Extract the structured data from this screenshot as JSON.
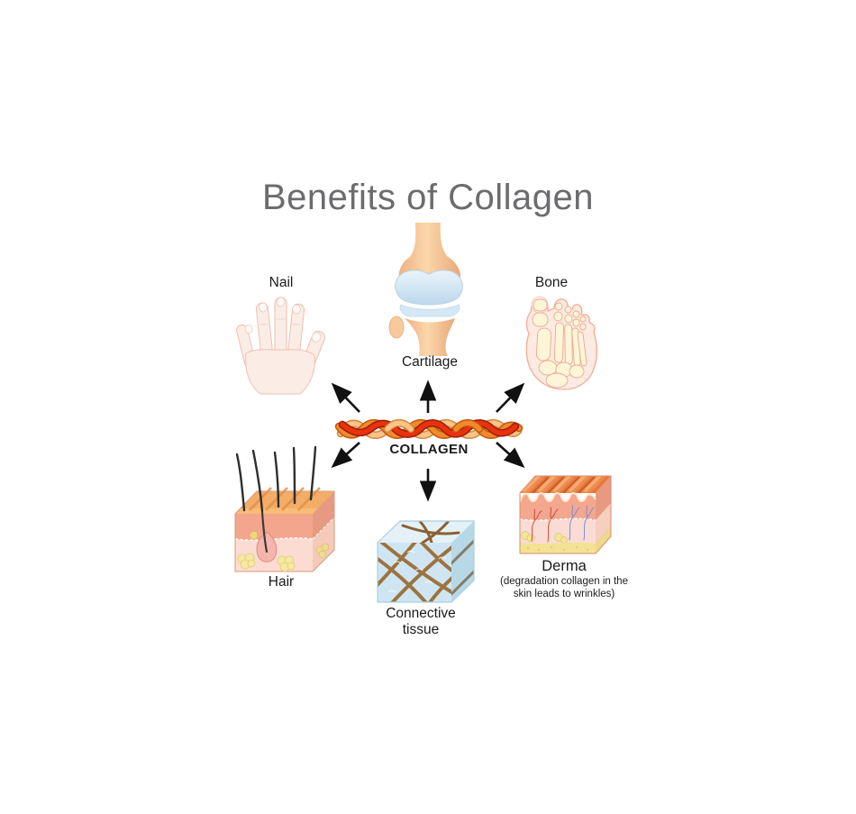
{
  "title": "Benefits of Collagen",
  "center": {
    "label": "COLLAGEN"
  },
  "nodes": {
    "nail": {
      "label": "Nail"
    },
    "cartilage": {
      "label": "Cartilage"
    },
    "bone": {
      "label": "Bone"
    },
    "hair": {
      "label": "Hair"
    },
    "connective_tissue": {
      "label_lines": [
        "Connective",
        "tissue"
      ]
    },
    "derma": {
      "label": "Derma",
      "caption_lines": [
        "(degradation collagen in the",
        "skin leads to wrinkles)"
      ]
    }
  },
  "colors": {
    "title_text": "#6c6c6f",
    "label_text": "#1b1b1b",
    "arrow": "#111111",
    "collagen_red": "#e8320e",
    "collagen_orange": "#f18a2b",
    "collagen_light": "#fac488",
    "bone_tan": "#f6c393",
    "cartilage_blue": "#cfe4f1",
    "skin_salmon": "#f3a78e",
    "skin_pale": "#fcdcd2",
    "fat_yellow": "#f5e49b",
    "tissue_blue": "#cfe6f2",
    "fiber_brown": "#9c7340"
  }
}
